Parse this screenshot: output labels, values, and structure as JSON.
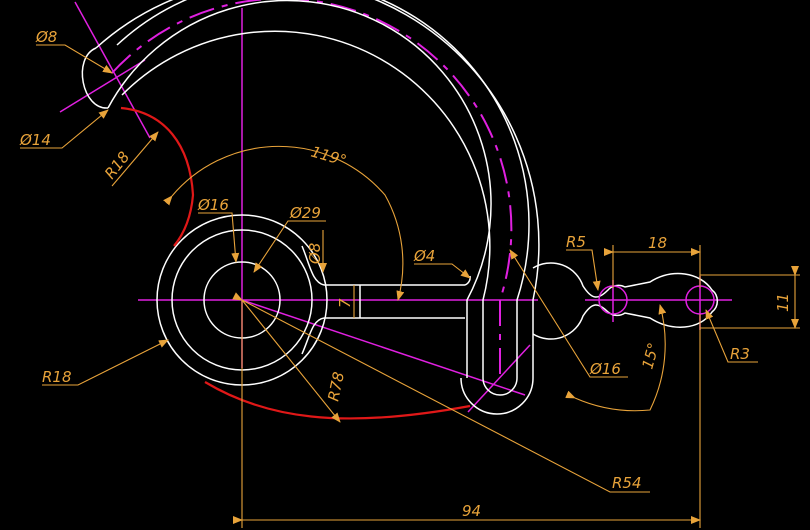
{
  "colors": {
    "background": "#000000",
    "geometry": "#FFFFFF",
    "centerline": "#E020E0",
    "highlight": "#E01818",
    "dimension": "#E8A33A"
  },
  "dimensions": {
    "dia8_top": "Ø8",
    "dia14": "Ø14",
    "r18_upper": "R18",
    "angle_119": "119°",
    "dia16_left": "Ø16",
    "dia29": "Ø29",
    "dia8_vertical": "Ø8",
    "seven": "7",
    "dia4": "Ø4",
    "r5": "R5",
    "eighteen": "18",
    "eleven": "11",
    "r18_lower": "R18",
    "r78": "R78",
    "dia16_right": "Ø16",
    "angle_15": "15°",
    "r3": "R3",
    "r54": "R54",
    "ninety_four": "94"
  }
}
